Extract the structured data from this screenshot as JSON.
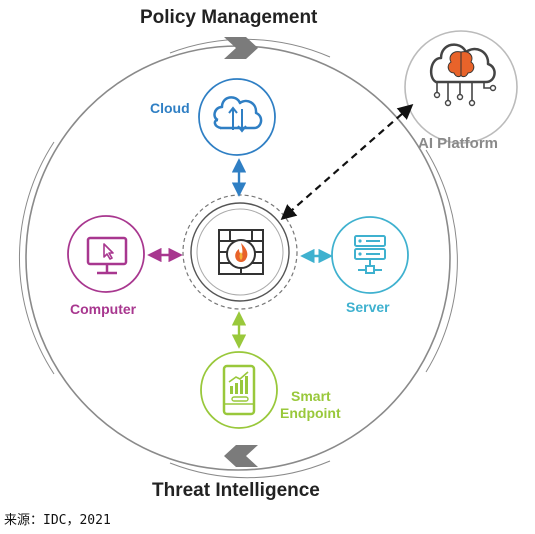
{
  "header": {
    "title": "Policy Management"
  },
  "footer": {
    "title": "Threat Intelligence",
    "source": "来源：IDC，2021"
  },
  "nodes": {
    "cloud": {
      "label": "Cloud",
      "color": "#2f7fc4",
      "icon": "cloud-upload-download-icon"
    },
    "computer": {
      "label": "Computer",
      "color": "#a8378f",
      "icon": "monitor-cursor-icon"
    },
    "server": {
      "label": "Server",
      "color": "#3fb1cf",
      "icon": "server-rack-icon"
    },
    "endpoint": {
      "label_line1": "Smart",
      "label_line2": "Endpoint",
      "color": "#99c83b",
      "icon": "smartphone-chart-icon"
    },
    "ai": {
      "label": "AI Platform",
      "color": "#8a8a8a",
      "icon": "cloud-brain-icon"
    },
    "firewall": {
      "icon": "firewall-flame-icon"
    }
  }
}
